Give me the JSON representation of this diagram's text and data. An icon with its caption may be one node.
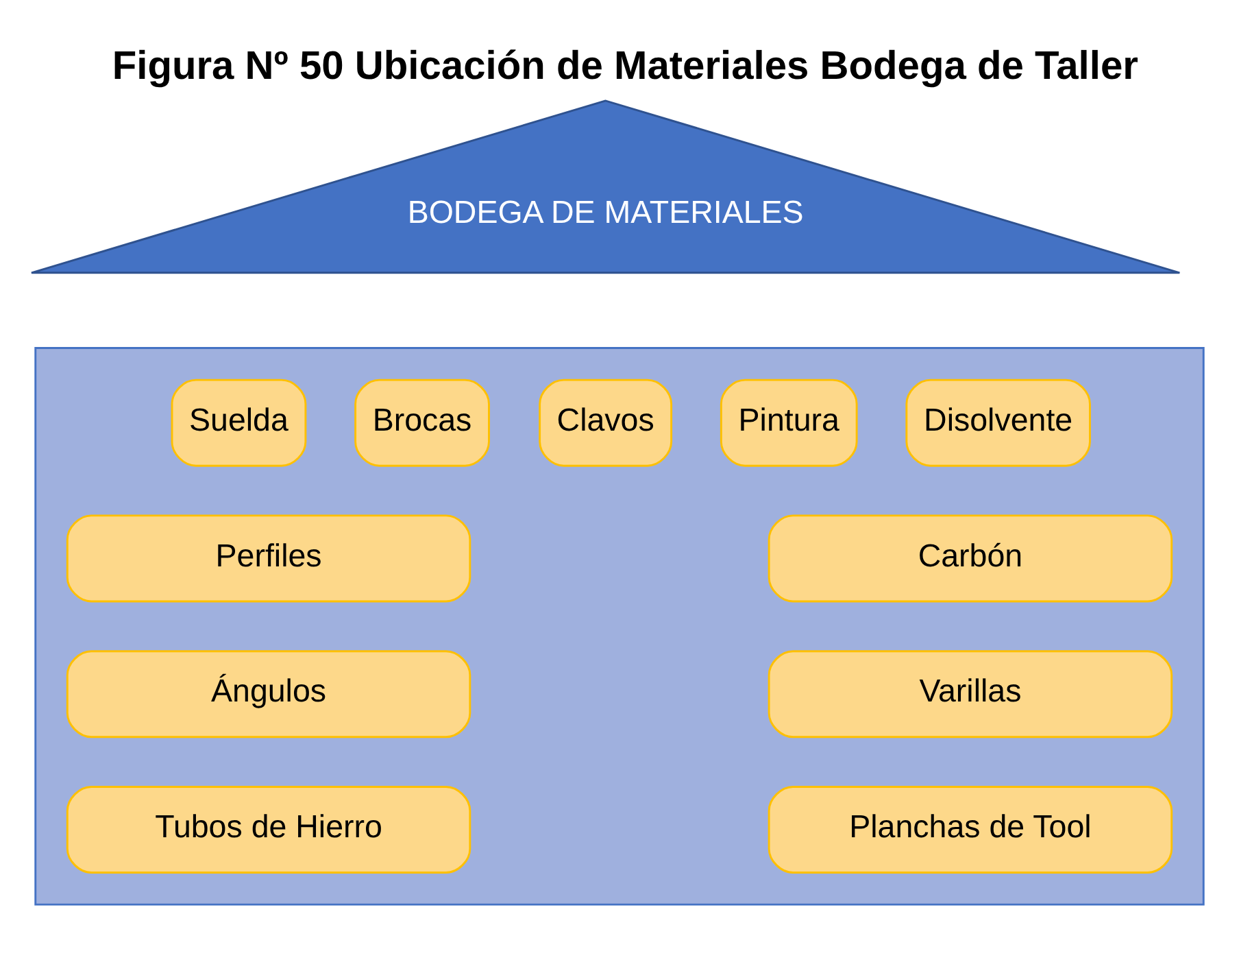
{
  "diagram": {
    "title": "Figura Nº 50 Ubicación de Materiales Bodega de Taller",
    "nodes": [
      {
        "text": [
          "BODEGA DE MATERIALES"
        ]
      },
      {
        "text": [],
        "shape": "box"
      },
      {
        "text": [
          "Suelda"
        ],
        "in": 1
      },
      {
        "text": [
          "Brocas"
        ],
        "in": 1
      },
      {
        "text": [
          "Clavos"
        ],
        "in": 1
      },
      {
        "text": [
          "Pintura"
        ],
        "in": 1
      },
      {
        "text": [
          "Disolvente"
        ],
        "in": 1
      },
      {
        "text": [
          "Perfiles"
        ],
        "in": 1
      },
      {
        "text": [
          "Carbón"
        ],
        "in": 1
      },
      {
        "text": [
          "Ángulos"
        ],
        "in": 1
      },
      {
        "text": [
          "Varillas"
        ],
        "in": 1
      },
      {
        "text": [
          "Tubos de Hierro"
        ],
        "in": 1
      },
      {
        "text": [
          "Planchas de Tool"
        ],
        "in": 1
      }
    ],
    "edges": []
  }
}
